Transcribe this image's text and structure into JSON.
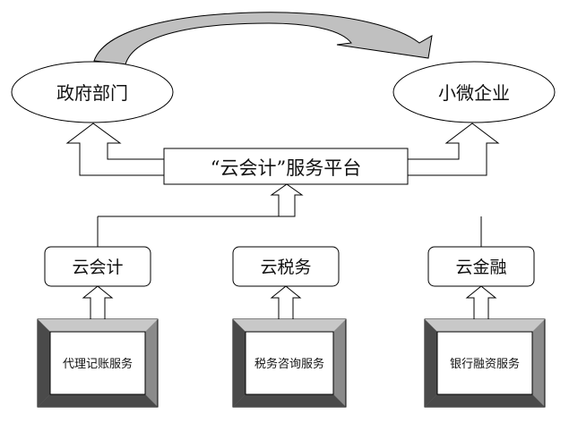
{
  "nodes": {
    "government": "政府部门",
    "small_business": "小微企业",
    "platform": "“云会计”服务平台",
    "cloud_accounting": "云会计",
    "cloud_tax": "云税务",
    "cloud_finance": "云金融",
    "bookkeeping_service": "代理记账服务",
    "tax_consulting_service": "税务咨询服务",
    "bank_financing_service": "银行融资服务"
  },
  "colors": {
    "line": "#000000",
    "fill": "#ffffff",
    "bevel_dark": "#4a4a4a",
    "bevel_mid": "#8a8a8a",
    "bevel_light": "#c8c8c8",
    "curved_arrow_shade": "#c0c0c0"
  }
}
